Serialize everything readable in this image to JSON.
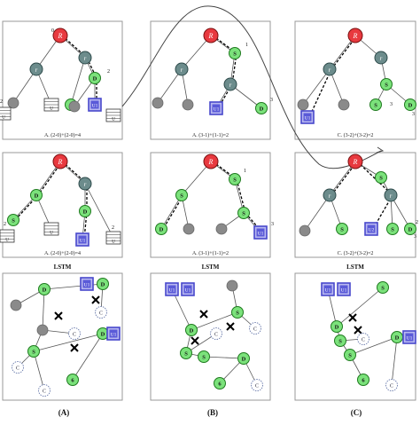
{
  "panels": [
    {
      "id": "r1c1",
      "caption": "A. (2-0)+(2-0)=4",
      "nodes": [
        {
          "id": "R",
          "kind": "root",
          "label": "R"
        },
        {
          "id": "n1",
          "kind": "router",
          "label": "r"
        },
        {
          "id": "n2",
          "kind": "router",
          "label": "r"
        },
        {
          "id": "n3",
          "kind": "client"
        },
        {
          "id": "n4",
          "kind": "stack",
          "label": "U"
        },
        {
          "id": "n5",
          "kind": "server",
          "label": "S"
        },
        {
          "id": "n6",
          "kind": "stack",
          "label": "U"
        },
        {
          "id": "n7",
          "kind": "client"
        },
        {
          "id": "n8",
          "kind": "green",
          "label": "D"
        },
        {
          "id": "n9",
          "kind": "user",
          "label": "U1"
        },
        {
          "id": "n10",
          "kind": "stack",
          "label": "U"
        }
      ],
      "labels": [
        "0",
        "2",
        "2"
      ]
    },
    {
      "id": "r1c2",
      "caption": "A. (3-1)+(1-1)=2",
      "nodes": [
        {
          "id": "R",
          "kind": "root",
          "label": "R"
        },
        {
          "id": "n1",
          "kind": "router",
          "label": "r"
        },
        {
          "id": "n2",
          "kind": "green",
          "label": "S"
        },
        {
          "id": "n3",
          "kind": "router",
          "label": "r"
        },
        {
          "id": "n4",
          "kind": "client"
        },
        {
          "id": "n5",
          "kind": "client"
        },
        {
          "id": "n6",
          "kind": "user",
          "label": "U1"
        },
        {
          "id": "n7",
          "kind": "green",
          "label": "D"
        }
      ],
      "labels": [
        "1",
        "3"
      ]
    },
    {
      "id": "r1c3",
      "caption": "C. (3-2)+(3-2)=2",
      "nodes": [
        {
          "id": "R",
          "kind": "root",
          "label": "R"
        },
        {
          "id": "n1",
          "kind": "router",
          "label": "r"
        },
        {
          "id": "n2",
          "kind": "router",
          "label": "r"
        },
        {
          "id": "n3",
          "kind": "client"
        },
        {
          "id": "n4",
          "kind": "client"
        },
        {
          "id": "n5",
          "kind": "green",
          "label": "S"
        },
        {
          "id": "n6",
          "kind": "user",
          "label": "U1"
        },
        {
          "id": "n7",
          "kind": "green",
          "label": "S"
        },
        {
          "id": "n8",
          "kind": "green",
          "label": "D"
        }
      ],
      "labels": [
        "3",
        "3"
      ]
    },
    {
      "id": "r2c1",
      "caption": "A. (2-0)+(2-0)=4",
      "nodes": [
        {
          "id": "R",
          "kind": "root",
          "label": "R"
        },
        {
          "id": "n1",
          "kind": "green",
          "label": "D"
        },
        {
          "id": "n2",
          "kind": "router",
          "label": "r"
        },
        {
          "id": "n3",
          "kind": "green",
          "label": "S"
        },
        {
          "id": "n4",
          "kind": "stack",
          "label": "U"
        },
        {
          "id": "n5",
          "kind": "stack",
          "label": "U"
        },
        {
          "id": "n6",
          "kind": "green",
          "label": "D"
        },
        {
          "id": "n7",
          "kind": "user",
          "label": "U1"
        },
        {
          "id": "n8",
          "kind": "stack",
          "label": "U"
        }
      ],
      "labels": [
        "2",
        "2"
      ]
    },
    {
      "id": "r2c2",
      "caption": "A. (3-1)+(1-1)=2",
      "nodes": [
        {
          "id": "R",
          "kind": "root",
          "label": "R"
        },
        {
          "id": "n1",
          "kind": "green",
          "label": "S"
        },
        {
          "id": "n2",
          "kind": "green",
          "label": "S"
        },
        {
          "id": "n3",
          "kind": "green",
          "label": "S"
        },
        {
          "id": "n4",
          "kind": "green",
          "label": "D"
        },
        {
          "id": "n5",
          "kind": "client"
        },
        {
          "id": "n6",
          "kind": "client"
        },
        {
          "id": "n7",
          "kind": "user",
          "label": "U1"
        }
      ],
      "labels": [
        "1",
        "3"
      ]
    },
    {
      "id": "r2c3",
      "caption": "C. (3-2)+(3-2)=2",
      "nodes": [
        {
          "id": "R",
          "kind": "root",
          "label": "R"
        },
        {
          "id": "n1",
          "kind": "green",
          "label": "S"
        },
        {
          "id": "n2",
          "kind": "router",
          "label": "r"
        },
        {
          "id": "n3",
          "kind": "router",
          "label": "r"
        },
        {
          "id": "n4",
          "kind": "client"
        },
        {
          "id": "n5",
          "kind": "green",
          "label": "S"
        },
        {
          "id": "n6",
          "kind": "user",
          "label": "U2"
        },
        {
          "id": "n7",
          "kind": "green",
          "label": "S"
        },
        {
          "id": "n8",
          "kind": "green",
          "label": "D"
        }
      ],
      "labels": [
        "2",
        "3"
      ]
    },
    {
      "id": "r3c1",
      "title": "LSTM",
      "nodes": [
        {
          "id": "n1",
          "kind": "green",
          "label": "D"
        },
        {
          "id": "n2",
          "kind": "user",
          "label": "U1"
        },
        {
          "id": "n3",
          "kind": "green",
          "label": "D"
        },
        {
          "id": "n4",
          "kind": "client"
        },
        {
          "id": "n5",
          "kind": "dotted",
          "label": "C"
        },
        {
          "id": "n6",
          "kind": "client"
        },
        {
          "id": "n7",
          "kind": "dotted",
          "label": "C"
        },
        {
          "id": "n8",
          "kind": "green",
          "label": "S"
        },
        {
          "id": "n9",
          "kind": "green",
          "label": "D"
        },
        {
          "id": "n10",
          "kind": "user",
          "label": "U1"
        },
        {
          "id": "n11",
          "kind": "dotted",
          "label": "C"
        },
        {
          "id": "n12",
          "kind": "dotted",
          "label": "C"
        },
        {
          "id": "n13",
          "kind": "green",
          "label": "6"
        }
      ]
    },
    {
      "id": "r3c2",
      "title": "LSTM",
      "nodes": [
        {
          "id": "n1",
          "kind": "user",
          "label": "U1"
        },
        {
          "id": "n2",
          "kind": "user",
          "label": "U1"
        },
        {
          "id": "n3",
          "kind": "client"
        },
        {
          "id": "n4",
          "kind": "green",
          "label": "D"
        },
        {
          "id": "n5",
          "kind": "green",
          "label": "S"
        },
        {
          "id": "n6",
          "kind": "dotted",
          "label": "C"
        },
        {
          "id": "n7",
          "kind": "dotted",
          "label": "C"
        },
        {
          "id": "n8",
          "kind": "green",
          "label": "S"
        },
        {
          "id": "n9",
          "kind": "green",
          "label": "S"
        },
        {
          "id": "n10",
          "kind": "green",
          "label": "D"
        },
        {
          "id": "n11",
          "kind": "green",
          "label": "6"
        },
        {
          "id": "n12",
          "kind": "dotted",
          "label": "C"
        }
      ]
    },
    {
      "id": "r3c3",
      "title": "LSTM",
      "nodes": [
        {
          "id": "n1",
          "kind": "user",
          "label": "U1"
        },
        {
          "id": "n2",
          "kind": "user",
          "label": "U1"
        },
        {
          "id": "n3",
          "kind": "green",
          "label": "D"
        },
        {
          "id": "n4",
          "kind": "green",
          "label": "S"
        },
        {
          "id": "n5",
          "kind": "green",
          "label": "S"
        },
        {
          "id": "n6",
          "kind": "dotted",
          "label": "C"
        },
        {
          "id": "n7",
          "kind": "green",
          "label": "D"
        },
        {
          "id": "n8",
          "kind": "user",
          "label": "U1"
        },
        {
          "id": "n9",
          "kind": "green",
          "label": "S"
        },
        {
          "id": "n10",
          "kind": "green",
          "label": "6"
        },
        {
          "id": "n11",
          "kind": "dotted",
          "label": "C"
        }
      ]
    }
  ],
  "column_labels": [
    "(A)",
    "(B)",
    "(C)"
  ],
  "colors": {
    "root": "#e8393f",
    "router": "#6c8c8c",
    "client": "#8a8a8a",
    "server": "#7be27b",
    "user": "#4848cc",
    "user_fill": "#b8b8f0",
    "frame": "#999999",
    "edge": "#555555"
  }
}
